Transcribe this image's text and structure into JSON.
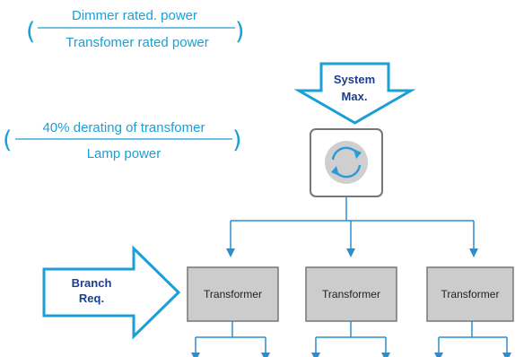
{
  "formula_top": {
    "numerator": "Dimmer rated. power",
    "denominator": "Transfomer rated power"
  },
  "formula_mid": {
    "numerator": "40% derating of transfomer",
    "denominator": "Lamp power"
  },
  "system_arrow": {
    "line1": "System",
    "line2": "Max."
  },
  "branch_arrow": {
    "line1": "Branch",
    "line2": "Req."
  },
  "dimmer": {
    "icon": "refresh-cycle-icon"
  },
  "transformers": [
    {
      "label": "Transformer"
    },
    {
      "label": "Transformer"
    },
    {
      "label": "Transformer"
    }
  ],
  "colors": {
    "accent": "#1a9fd6",
    "line": "#2a8fd0",
    "arrow_text": "#1b3f8c",
    "box_fill": "#cccccc",
    "box_border": "#777777"
  }
}
